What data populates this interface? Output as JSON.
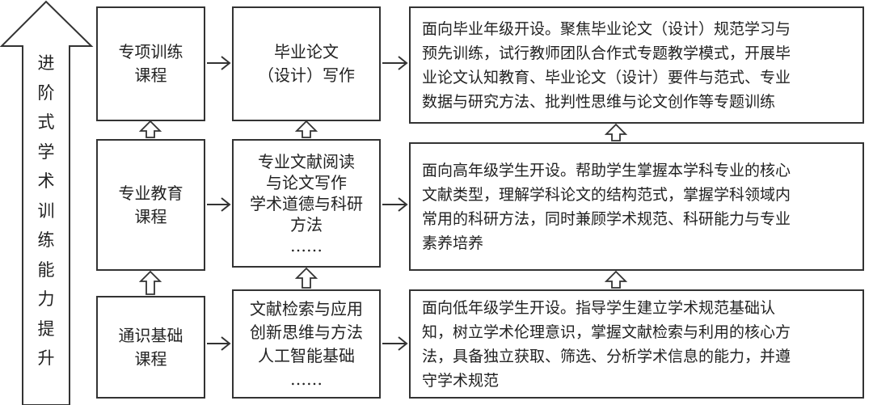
{
  "side_arrow": {
    "label": [
      "进",
      "阶",
      "式",
      "学",
      "术",
      "训",
      "练",
      "能",
      "力",
      "提",
      "升"
    ]
  },
  "levels": [
    {
      "category": [
        "专项训练",
        "课程"
      ],
      "courses": [
        "毕业论文",
        "（设计）写作"
      ],
      "description": [
        "面向毕业年级开设。聚焦毕业论文（设计）规范学习与",
        "预先训练，试行教师团队合作式专题教学模式，开展毕",
        "业论文认知教育、毕业论文（设计）要件与范式、专业",
        "数据与研究方法、批判性思维与论文创作等专题训练"
      ]
    },
    {
      "category": [
        "专业教育",
        "课程"
      ],
      "courses": [
        "专业文献阅读",
        "与论文写作",
        "学术道德与科研",
        "方法",
        "……"
      ],
      "description": [
        "面向高年级学生开设。帮助学生掌握本学科专业的核心",
        "文献类型，理解学科论文的结构范式，掌握学科领域内",
        "常用的科研方法，同时兼顾学术规范、科研能力与专业",
        "素养培养"
      ]
    },
    {
      "category": [
        "通识基础",
        "课程"
      ],
      "courses": [
        "文献检索与应用",
        "创新思维与方法",
        "人工智能基础",
        "……"
      ],
      "description": [
        "面向低年级学生开设。指导学生建立学术规范基础认",
        "知，树立学术伦理意识，掌握文献检索与利用的核心方",
        "法，具备独立获取、筛选、分析学术信息的能力，并遵",
        "守学术规范"
      ]
    }
  ]
}
